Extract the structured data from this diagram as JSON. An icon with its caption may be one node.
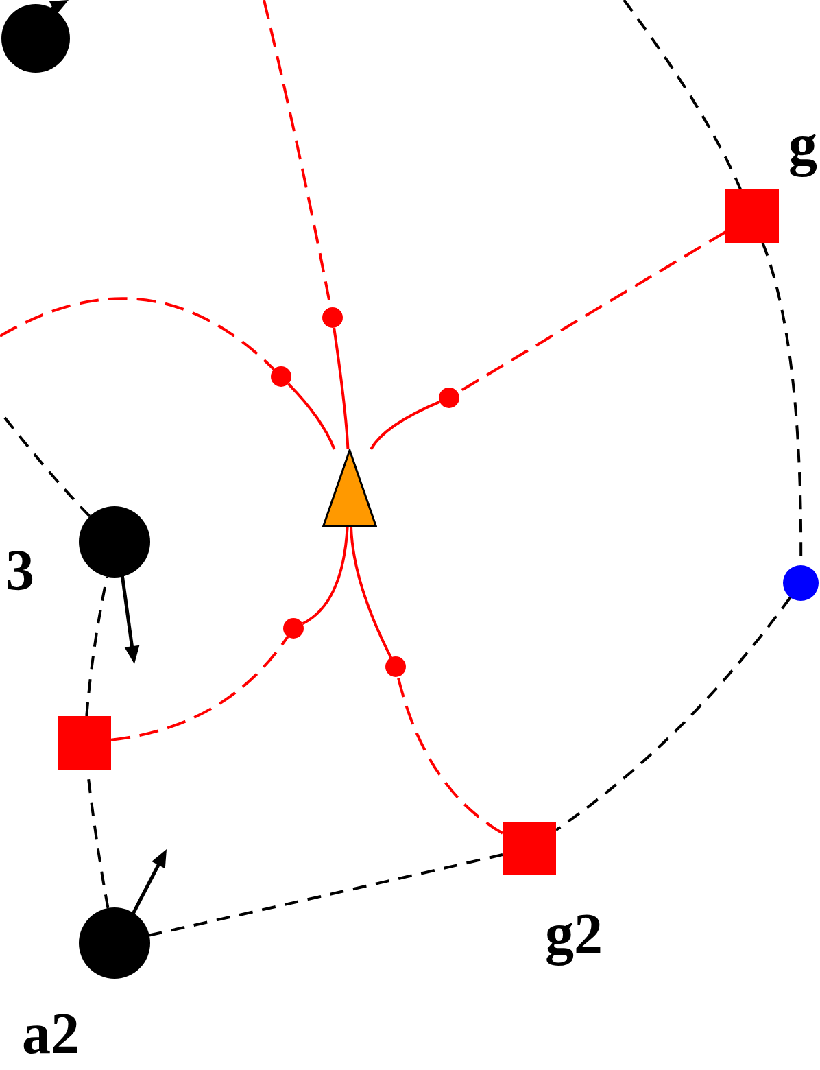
{
  "diagram": {
    "nodes": [
      {
        "text": [],
        "shape": "circle"
      },
      {
        "text": [],
        "shape": "box",
        "beside": [
          "g"
        ]
      },
      {
        "text": [],
        "shape": "circle"
      },
      {
        "text": [],
        "shape": "circle"
      },
      {
        "text": [],
        "shape": "circle"
      },
      {
        "text": [],
        "shape": "triangle"
      },
      {
        "text": [],
        "shape": "circle",
        "beside": [
          "3"
        ]
      },
      {
        "text": [],
        "shape": "circle"
      },
      {
        "text": [],
        "shape": "circle"
      },
      {
        "text": [],
        "shape": "circle"
      },
      {
        "text": [],
        "shape": "box"
      },
      {
        "text": [],
        "shape": "box",
        "beside": [
          "g2"
        ]
      },
      {
        "text": [],
        "shape": "circle",
        "beside": [
          "a2"
        ]
      }
    ],
    "edges": [
      {
        "from": null,
        "to": 2,
        "arrow": "none",
        "style": "dashed"
      },
      {
        "from": null,
        "to": 3,
        "arrow": "none",
        "style": "dashed"
      },
      {
        "from": 1,
        "to": 4,
        "arrow": "none",
        "style": "dashed"
      },
      {
        "from": 10,
        "to": 8,
        "arrow": "none",
        "style": "dashed"
      },
      {
        "from": 11,
        "to": 9,
        "arrow": "none",
        "style": "dashed"
      },
      {
        "from": 2,
        "to": 5,
        "arrow": "none"
      },
      {
        "from": 3,
        "to": 5,
        "arrow": "none"
      },
      {
        "from": 4,
        "to": 5,
        "arrow": "none"
      },
      {
        "from": 8,
        "to": 5,
        "arrow": "none"
      },
      {
        "from": 9,
        "to": 5,
        "arrow": "none"
      },
      {
        "from": null,
        "to": 1,
        "arrow": "none",
        "style": "dashed",
        "color": "#000000"
      },
      {
        "from": 1,
        "to": 7,
        "arrow": "none",
        "style": "dashed",
        "color": "#000000"
      },
      {
        "from": 7,
        "to": 11,
        "arrow": "none",
        "style": "dashed",
        "color": "#000000"
      },
      {
        "from": 11,
        "to": 12,
        "arrow": "none",
        "style": "dashed",
        "color": "#000000"
      },
      {
        "from": 12,
        "to": 10,
        "arrow": "none",
        "style": "dashed",
        "color": "#000000"
      },
      {
        "from": 10,
        "to": 6,
        "arrow": "none",
        "style": "dashed",
        "color": "#000000"
      },
      {
        "from": 6,
        "to": null,
        "arrow": "none",
        "style": "dashed",
        "color": "#000000"
      }
    ]
  }
}
